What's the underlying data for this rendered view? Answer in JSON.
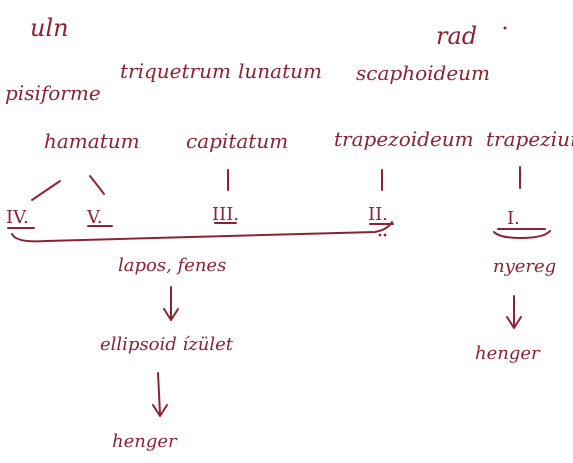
{
  "labels": {
    "ulna": "uln",
    "radius": "rad",
    "proximal_row": [
      "pisiforme",
      "triquetrum",
      "lunatum",
      "scaphoideum"
    ],
    "distal_row": [
      "hamatum",
      "capitatum",
      "trapezoideum",
      "trapezium"
    ],
    "metacarpals": [
      "IV.",
      "V.",
      "III.",
      "II.",
      "I."
    ],
    "left_group": "lapos, fenes",
    "left_joint": "ellipsoid ízület",
    "left_result": "henger",
    "right_group": "nyereg",
    "right_result": "henger"
  },
  "colors": {
    "ink": "#8b2335",
    "background": "#ffffff"
  }
}
